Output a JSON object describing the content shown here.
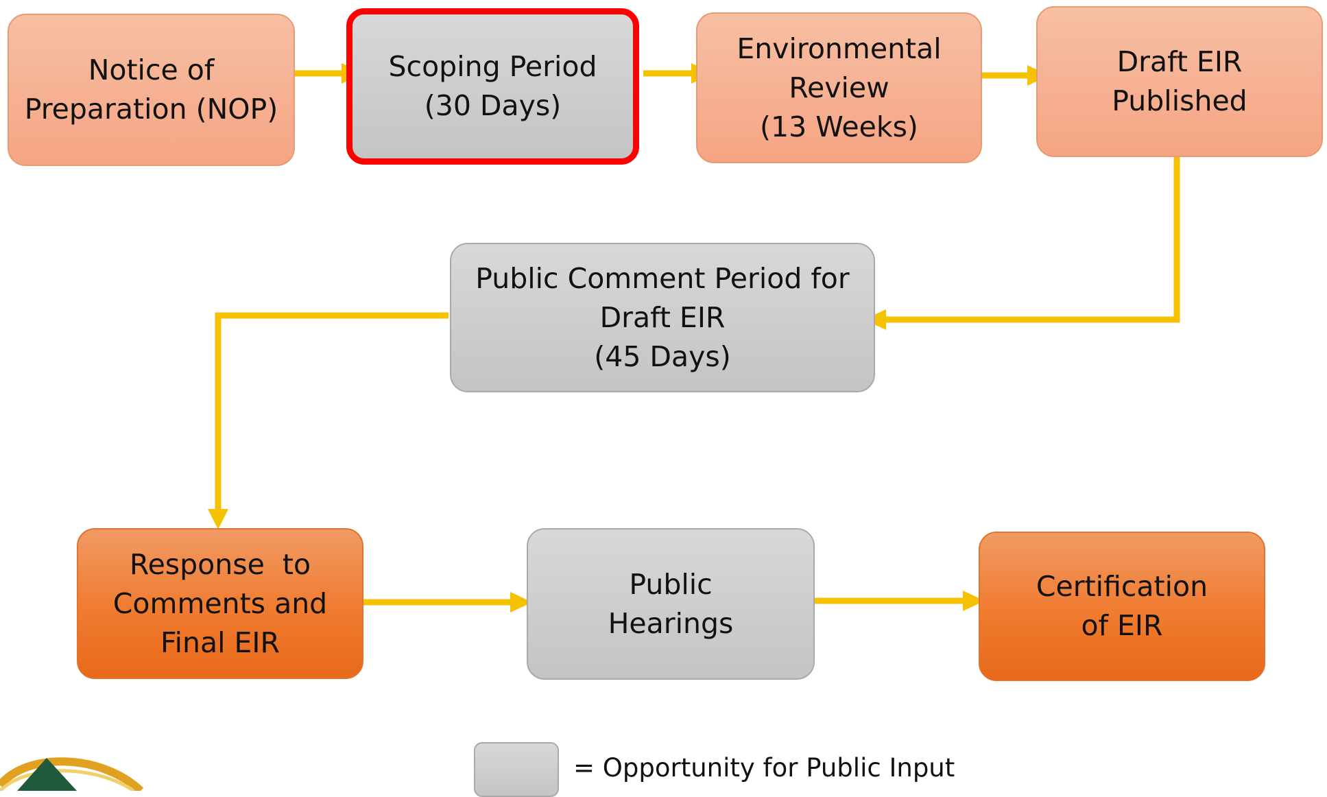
{
  "steps": {
    "nop": {
      "lines": [
        "Notice of",
        "Preparation (NOP)"
      ]
    },
    "scoping": {
      "lines": [
        "Scoping Period",
        "(30 Days)"
      ]
    },
    "env_review": {
      "lines": [
        "Environmental",
        "Review",
        "(13 Weeks)"
      ]
    },
    "draft_eir": {
      "lines": [
        "Draft EIR",
        "Published"
      ]
    },
    "public_comment": {
      "lines": [
        "Public Comment Period for",
        "Draft EIR",
        "(45 Days)"
      ]
    },
    "response": {
      "lines": [
        "Response  to",
        "Comments and",
        "Final EIR"
      ]
    },
    "hearings": {
      "lines": [
        "Public",
        "Hearings"
      ]
    },
    "certification": {
      "lines": [
        "Certification",
        "of EIR"
      ]
    }
  },
  "legend": {
    "label": "= Opportunity for Public Input"
  },
  "colors": {
    "arrow": "#f5c200",
    "highlight_border": "#ff0000",
    "public_input_fill": "#c8c8c8",
    "step_fill_light": "#f6b194",
    "step_fill_dark": "#f07b2e"
  }
}
